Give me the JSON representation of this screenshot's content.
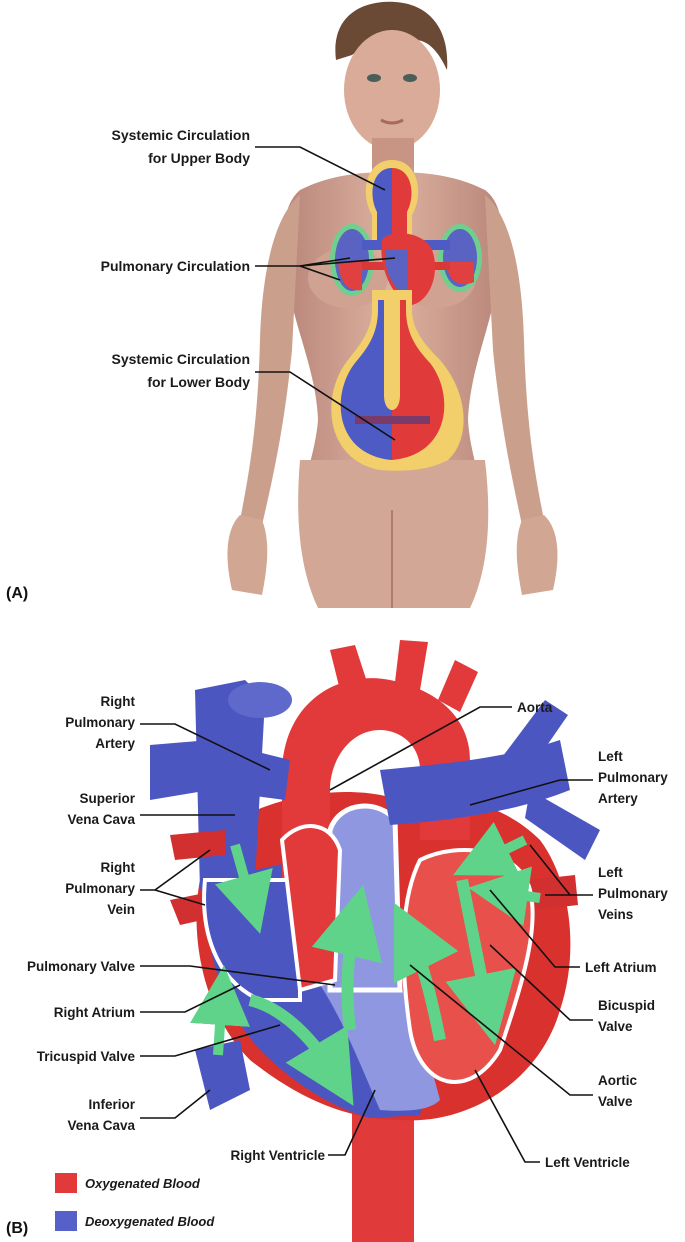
{
  "panel_a": {
    "label": "(A)",
    "labels": {
      "upper_1": "Systemic Circulation",
      "upper_2": "for Upper Body",
      "pulmonary": "Pulmonary Circulation",
      "lower_1": "Systemic Circulation",
      "lower_2": "for Lower Body"
    }
  },
  "panel_b": {
    "label": "(B)",
    "labels": {
      "rpa_1": "Right",
      "rpa_2": "Pulmonary",
      "rpa_3": "Artery",
      "svc_1": "Superior",
      "svc_2": "Vena Cava",
      "rpv_1": "Right",
      "rpv_2": "Pulmonary",
      "rpv_3": "Vein",
      "pv": "Pulmonary Valve",
      "ra": "Right Atrium",
      "tv": "Tricuspid Valve",
      "ivc_1": "Inferior",
      "ivc_2": "Vena Cava",
      "rv": "Right Ventricle",
      "aorta": "Aorta",
      "lpa_1": "Left",
      "lpa_2": "Pulmonary",
      "lpa_3": "Artery",
      "lpv_1": "Left",
      "lpv_2": "Pulmonary",
      "lpv_3": "Veins",
      "la": "Left Atrium",
      "bv_1": "Bicuspid",
      "bv_2": "Valve",
      "av_1": "Aortic",
      "av_2": "Valve",
      "lv": "Left Ventricle"
    },
    "legend": {
      "oxygenated": "Oxygenated Blood",
      "deoxygenated": "Deoxygenated Blood"
    }
  },
  "colors": {
    "oxygenated": "#e23a3a",
    "deoxygenated": "#5560c8",
    "flow_arrow": "#5fd38a",
    "skin": "#c99a86",
    "circuit_outline": "#f2cf6a",
    "lung_outline": "#6fcf8f"
  }
}
